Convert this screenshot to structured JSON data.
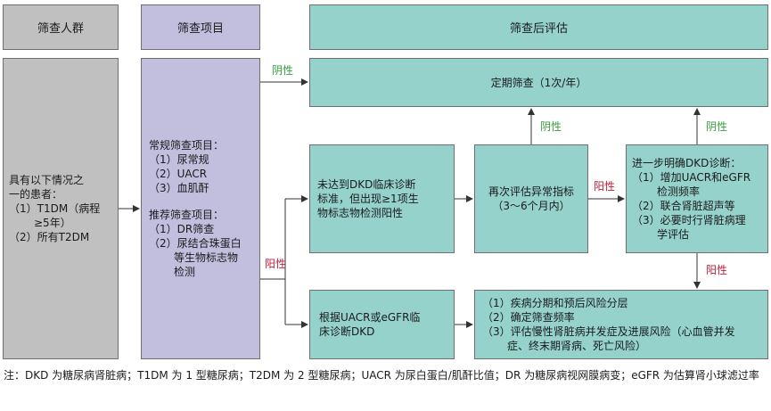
{
  "headers": {
    "population": "筛查人群",
    "items": "筛查项目",
    "after": "筛查后评估"
  },
  "population": {
    "lines": [
      "具有以下情况之",
      "一的患者：",
      "（1）T1DM（病程",
      "≥5年）",
      "（2）所有T2DM"
    ]
  },
  "screening_items": {
    "routine_title": "常规筛查项目：",
    "routine": [
      "（1）尿常规",
      "（2）UACR",
      "（3）血肌酐"
    ],
    "recommended_title": "推荐筛查项目：",
    "recommended_lines": [
      "（1）DR筛查",
      "（2）尿结合珠蛋白",
      "等生物标志物",
      "检测"
    ]
  },
  "boxes": {
    "regular": "定期筛查（1次/年）",
    "not_reached": [
      "未达到DKD临床诊断",
      "标准，但出现≥1项生",
      "物标志物检测阳性"
    ],
    "reassess": [
      "再次评估异常指标",
      "（3～6个月内）"
    ],
    "further_title": "进一步明确DKD诊断：",
    "further_lines": [
      "（1）增加UACR和eGFR",
      "检测频率",
      "（2）联合肾脏超声等",
      "（3）必要时行肾脏病理",
      "学评估"
    ],
    "diagnose": [
      "根据UACR或eGFR临",
      "床诊断DKD"
    ],
    "outcome_lines": [
      "（1）疾病分期和预后风险分层",
      "（2）确定筛查频率",
      "（3）评估慢性肾脏病并发症及进展风险（心血管并发",
      "症、终末期肾病、死亡风险）"
    ]
  },
  "labels": {
    "negative": "阴性",
    "positive": "阳性"
  },
  "note": "注：DKD 为糖尿病肾脏病；T1DM 为 1 型糖尿病；T2DM 为 2 型糖尿病；UACR 为尿白蛋白/肌酐比值；DR 为糖尿病视网膜病变；eGFR 为估算肾小球滤过率",
  "colors": {
    "gray": "#c0c0c0",
    "purple": "#c2bfde",
    "teal": "#95d2cc",
    "negative_label": "#3aa040",
    "positive_label": "#c0203c"
  }
}
